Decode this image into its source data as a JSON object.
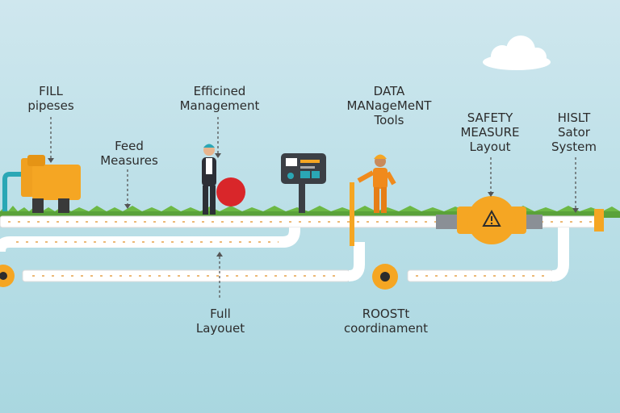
{
  "labels": {
    "fill_pipeses": {
      "line1": "FILL",
      "line2": "pipeses"
    },
    "efficined_management": {
      "line1": "Efficined",
      "line2": "Management"
    },
    "data_management_tools": {
      "line1": "DATA",
      "line2": "MANageMeNT",
      "line3": "Tools"
    },
    "safety_measure_layout": {
      "line1": "SAFETY",
      "line2": "MEASURE",
      "line3": "Layout"
    },
    "hislt_sator_system": {
      "line1": "HISLT",
      "line2": "Sator",
      "line3": "System"
    },
    "feed_measures": {
      "line1": "Feed",
      "line2": "Measures"
    },
    "full_layouet": {
      "line1": "Full",
      "line2": "Layouet"
    },
    "roostt_coordinament": {
      "line1": "RООSTt",
      "line2": "coordinament"
    }
  },
  "colors": {
    "sky": "#bde0e8",
    "pipe": "#ffffff",
    "accent_orange": "#f5a623",
    "grass": "#5aa23a",
    "ball_red": "#d9262a",
    "panel_dark": "#3b3f45",
    "worker_blue": "#3c4452"
  },
  "icons": [
    "warning-icon",
    "cloud-icon",
    "pump-machine-icon",
    "worker-icon",
    "control-panel-icon",
    "valve-icon"
  ]
}
